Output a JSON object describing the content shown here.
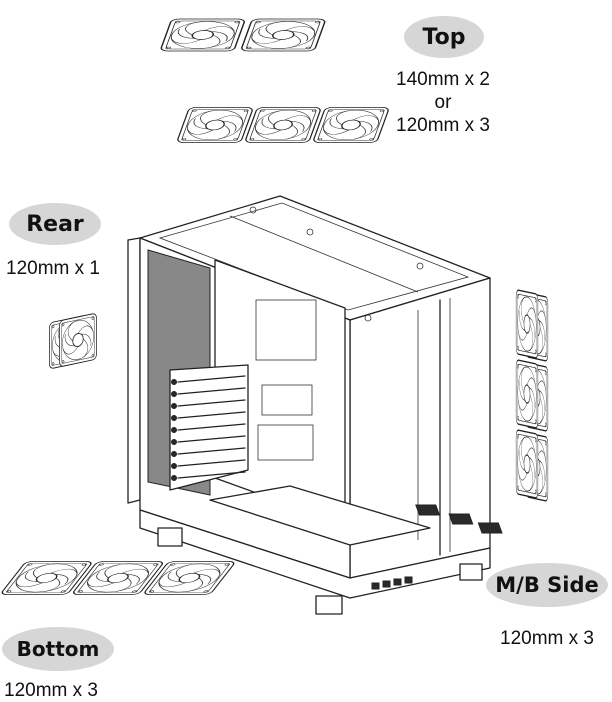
{
  "labels": {
    "top": {
      "title": "Top",
      "spec_line1": "140mm x 2",
      "spec_line2": "or",
      "spec_line3": "120mm x 3"
    },
    "rear": {
      "title": "Rear",
      "spec": "120mm x 1"
    },
    "mb_side": {
      "title": "M/B Side",
      "spec": "120mm x 3"
    },
    "bottom": {
      "title": "Bottom",
      "spec": "120mm x 3"
    }
  },
  "colors": {
    "pill": "#d6d6d6",
    "line": "#222222",
    "background": "#ffffff"
  },
  "icons": [
    "fan-icon",
    "pc-case-icon"
  ]
}
